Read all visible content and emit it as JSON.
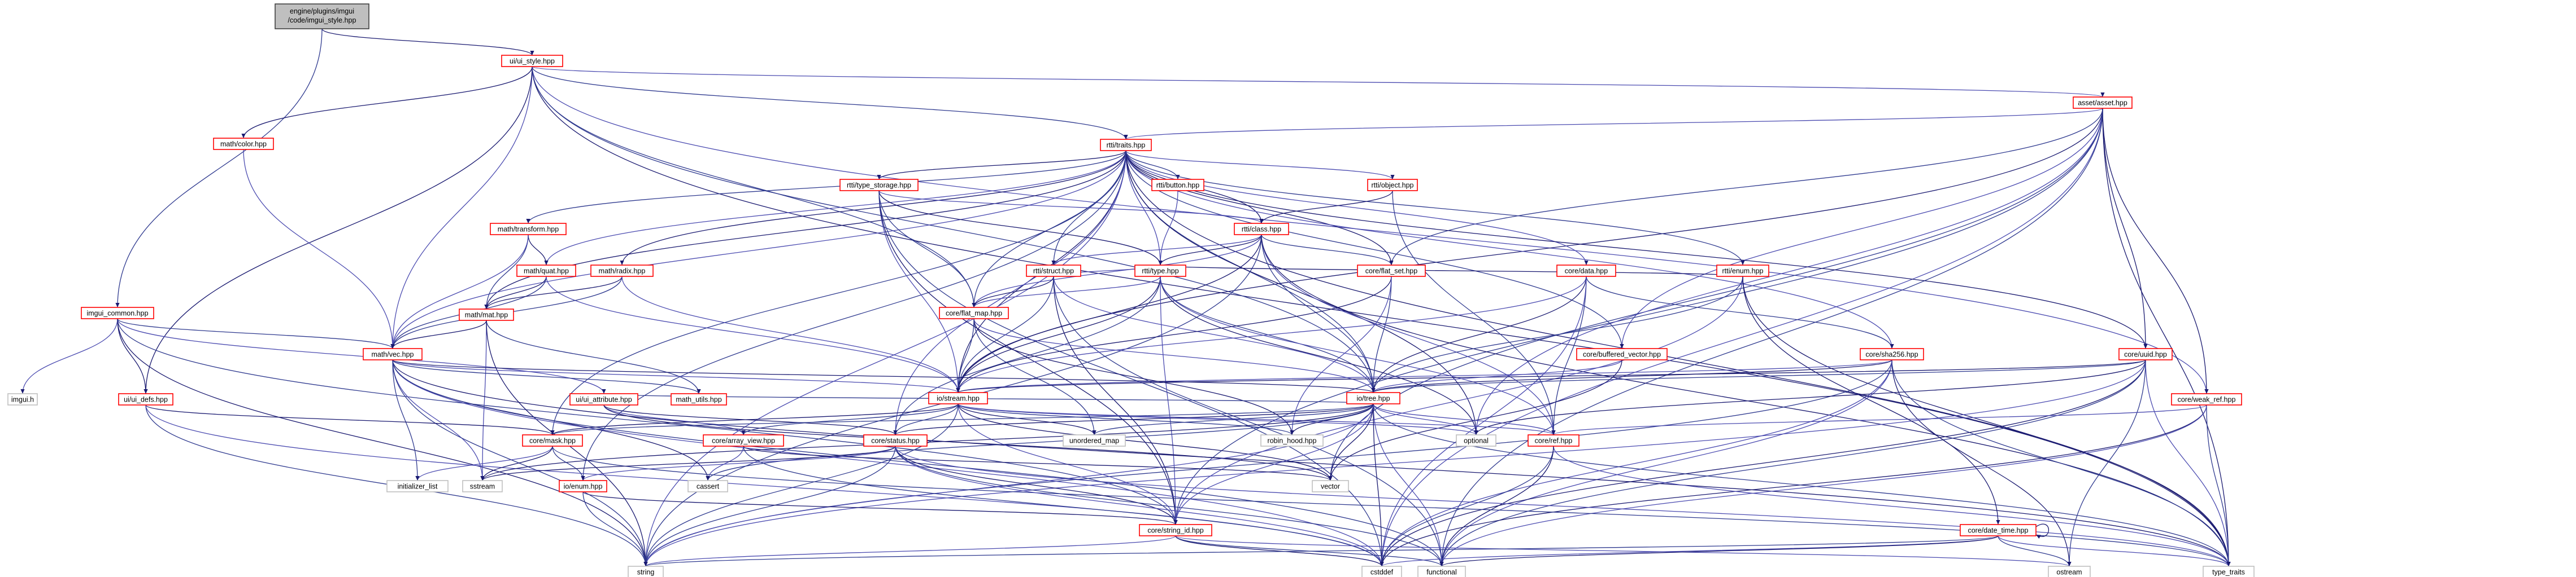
{
  "diagram": {
    "root": [
      "engine/plugins/imgui",
      "/code/imgui_style.hpp"
    ],
    "labels": {
      "ui_style": "ui/ui_style.hpp",
      "imgui_common": "imgui_common.hpp",
      "imgui_h": "imgui.h",
      "ui_defs": "ui/ui_defs.hpp",
      "ui_attribute": "ui/ui_attribute.hpp",
      "math_color": "math/color.hpp",
      "math_transform": "math/transform.hpp",
      "math_quat": "math/quat.hpp",
      "math_radix": "math/radix.hpp",
      "math_mat": "math/mat.hpp",
      "math_vec": "math/vec.hpp",
      "math_utils": "math_utils.hpp",
      "rtti_traits": "rtti/traits.hpp",
      "rtti_type_storage": "rtti/type_storage.hpp",
      "rtti_button": "rtti/button.hpp",
      "rtti_object": "rtti/object.hpp",
      "rtti_class": "rtti/class.hpp",
      "rtti_struct": "rtti/struct.hpp",
      "rtti_type": "rtti/type.hpp",
      "rtti_enum": "rtti/enum.hpp",
      "core_flat_map": "core/flat_map.hpp",
      "core_flat_set": "core/flat_set.hpp",
      "core_data": "core/data.hpp",
      "core_buffered_vector": "core/buffered_vector.hpp",
      "core_sha256": "core/sha256.hpp",
      "core_uuid": "core/uuid.hpp",
      "core_weak_ref": "core/weak_ref.hpp",
      "io_stream": "io/stream.hpp",
      "io_tree": "io/tree.hpp",
      "core_ref": "core/ref.hpp",
      "core_mask": "core/mask.hpp",
      "core_array_view": "core/array_view.hpp",
      "core_status": "core/status.hpp",
      "io_enum": "io/enum.hpp",
      "core_string_id": "core/string_id.hpp",
      "core_date_time": "core/date_time.hpp",
      "asset_asset": "asset/asset.hpp",
      "unordered_map": "unordered_map",
      "robin_hood": "robin_hood.hpp",
      "optional": "optional",
      "vector": "vector",
      "initializer_list": "initializer_list",
      "sstream": "sstream",
      "cassert": "cassert",
      "string": "string",
      "cstddef": "cstddef",
      "functional": "functional",
      "ostream": "ostream",
      "type_traits": "type_traits"
    }
  }
}
